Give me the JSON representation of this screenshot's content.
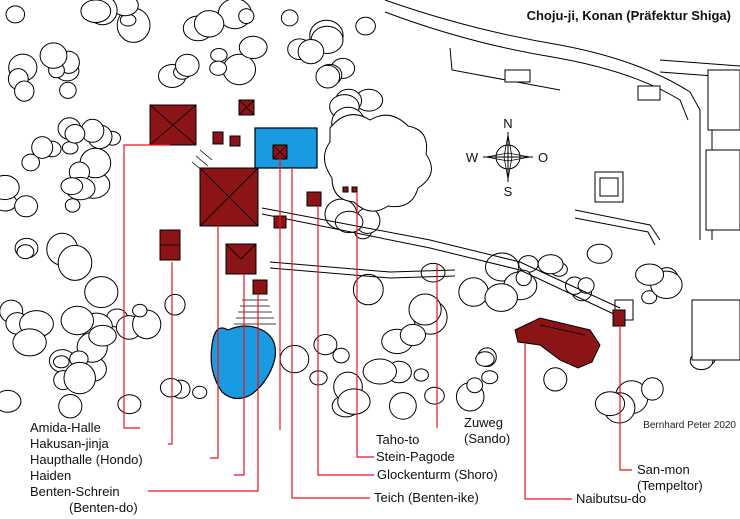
{
  "title": "Choju-ji, Konan (Präfektur Shiga)",
  "credit": "Bernhard Peter 2020",
  "compass": {
    "north": "N",
    "south": "S",
    "west": "W",
    "east": "O"
  },
  "labels": {
    "amida_halle": "Amida-Halle",
    "hakusan_jinja": "Hakusan-jinja",
    "haupthalle": "Haupthalle (Hondo)",
    "haiden": "Haiden",
    "benten_schrein_1": "Benten-Schrein",
    "benten_schrein_2": "(Benten-do)",
    "taho_to": "Taho-to",
    "stein_pagode": "Stein-Pagode",
    "zuweg_1": "Zuweg",
    "zuweg_2": "(Sando)",
    "glockenturm": "Glockenturm (Shoro)",
    "teich": "Teich (Benten-ike)",
    "san_mon_1": "San-mon",
    "san_mon_2": "(Tempeltor)",
    "naibutsu_do": "Naibutsu-do"
  },
  "colors": {
    "building": "#8b1417",
    "water": "#1a9ae0",
    "leader_line": "#e8141a",
    "outline": "#000000"
  }
}
